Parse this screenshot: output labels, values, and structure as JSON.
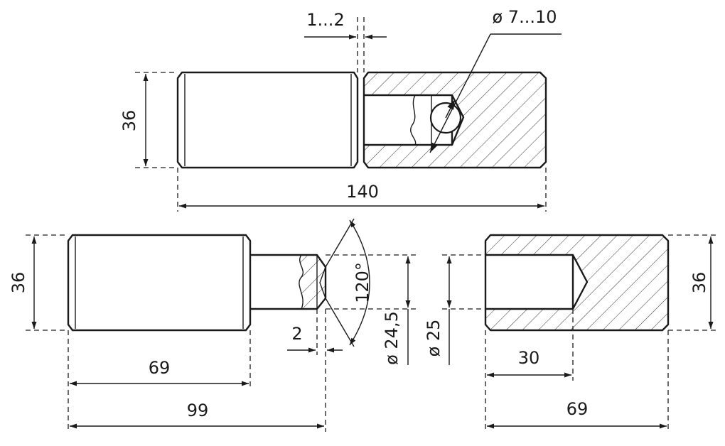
{
  "top_view": {
    "height_label": "36",
    "total_length_label": "140",
    "gap_label": "1...2",
    "ball_diameter_label": "ø 7...10"
  },
  "bottom_left": {
    "height_label": "36",
    "length_69_label": "69",
    "length_99_label": "99",
    "chamfer_label": "2",
    "angle_label": "120°",
    "pin_diameter_label": "ø 24,5"
  },
  "bottom_right": {
    "height_label": "36",
    "bore_diameter_label": "ø 25",
    "bore_depth_label": "30",
    "length_label": "69"
  }
}
